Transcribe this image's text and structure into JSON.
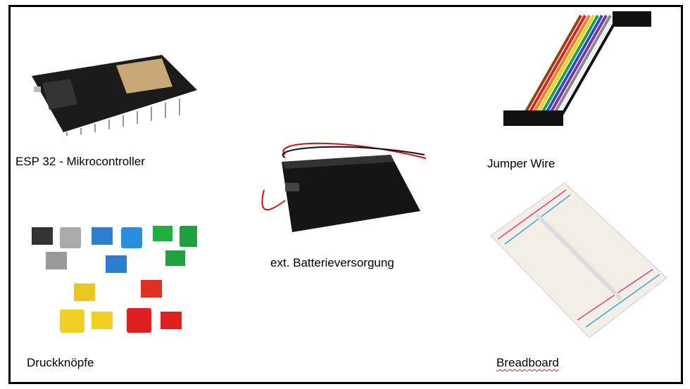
{
  "items": [
    {
      "caption": "ESP 32 - Mikrocontroller",
      "image": "esp32-board"
    },
    {
      "caption": "ext. Batterieversorgung",
      "image": "battery-pack"
    },
    {
      "caption": "Jumper Wire",
      "image": "jumper-wires"
    },
    {
      "caption": "Druckknöpfe",
      "image": "push-buttons"
    },
    {
      "caption": "Breadboard",
      "image": "breadboard"
    }
  ]
}
